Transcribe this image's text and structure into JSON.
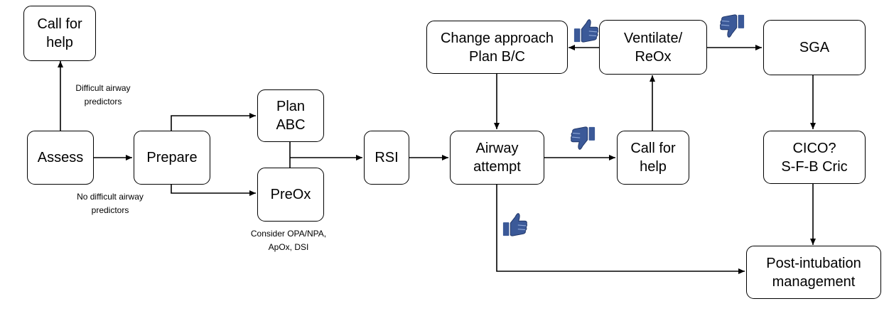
{
  "nodes": {
    "call_help_top": [
      "Call for",
      "help"
    ],
    "assess": [
      "Assess"
    ],
    "prepare": [
      "Prepare"
    ],
    "plan_abc": [
      "Plan",
      "ABC"
    ],
    "preox": [
      "PreOx"
    ],
    "rsi": [
      "RSI"
    ],
    "airway_attempt": [
      "Airway",
      "attempt"
    ],
    "change_approach": [
      "Change approach",
      "Plan B/C"
    ],
    "call_help_mid": [
      "Call for",
      "help"
    ],
    "ventilate": [
      "Ventilate/",
      "ReOx"
    ],
    "sga": [
      "SGA"
    ],
    "cico": [
      "CICO?",
      "S-F-B Cric"
    ],
    "post_intubation": [
      "Post-intubation",
      "management"
    ]
  },
  "notes": {
    "difficult": [
      "Difficult airway",
      "predictors"
    ],
    "no_difficult": [
      "No difficult airway",
      "predictors"
    ],
    "consider": [
      "Consider OPA/NPA,",
      "ApOx, DSI"
    ]
  },
  "icons": {
    "thumb_up": "thumb-up-icon",
    "thumb_down": "thumb-down-icon",
    "thumb_color": "#3b5998"
  }
}
